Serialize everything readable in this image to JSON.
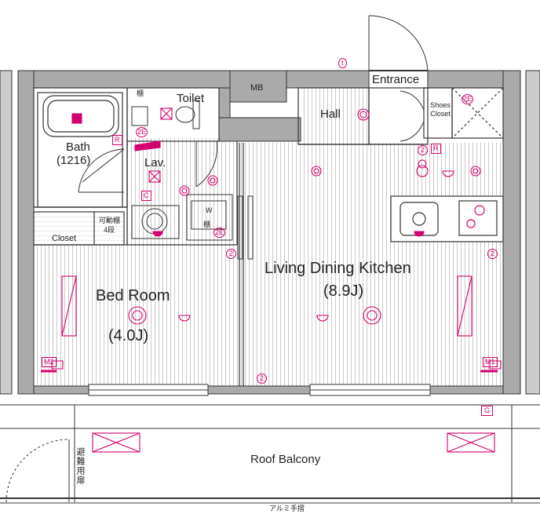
{
  "rooms": {
    "toilet": "Toilet",
    "mb": "MB",
    "entrance": "Entrance",
    "hall": "Hall",
    "shoes_closet": "Shoes Closet",
    "bath": "Bath",
    "bath_size": "(1216)",
    "lav": "Lav.",
    "shelf": "棚",
    "movable_shelf": "可動棚",
    "shelf_tiers": "4段",
    "closet": "Closet",
    "washer": "W",
    "ldk": "Living Dining Kitchen",
    "ldk_size": "(8.9J)",
    "bedroom": "Bed Room",
    "bedroom_size": "(4.0J)",
    "roof_balcony": "Roof Balcony",
    "evac_door": "避難用扉",
    "aluminum_rail": "アルミ手摺"
  },
  "markers": {
    "r1": "R",
    "r2": "R",
    "c": "C",
    "g": "G",
    "m1": "M1",
    "m2": "M2",
    "two_e_a": "2E",
    "two_e_b": "2E",
    "two_e_c": "2E",
    "two_a": "2",
    "two_b": "2",
    "two_c": "2",
    "two_d": "2",
    "t": "t"
  },
  "colors": {
    "wall": "#aaaaaa",
    "line": "#333333",
    "accent": "#d4006f"
  }
}
